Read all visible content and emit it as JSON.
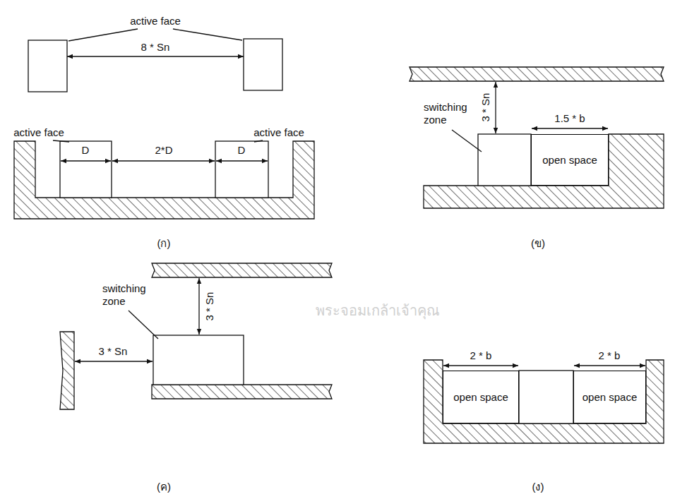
{
  "diagram": {
    "nodes": [
      {
        "text": [
          "open space"
        ]
      },
      {
        "text": [
          "open space"
        ]
      },
      {
        "text": [
          "open space"
        ]
      }
    ],
    "labels": [
      "active face",
      "8 * Sn",
      "active face",
      "active face",
      "D",
      "2*D",
      "D",
      "(ก)",
      "switching zone",
      "3 * Sn",
      "1.5 * b",
      "(ข)",
      "switching zone",
      "3 * Sn",
      "3 * Sn",
      "(ค)",
      "2 * b",
      "2 * b",
      "(ง)",
      "พระจอมเกล้าเจ้าคุณ"
    ]
  }
}
